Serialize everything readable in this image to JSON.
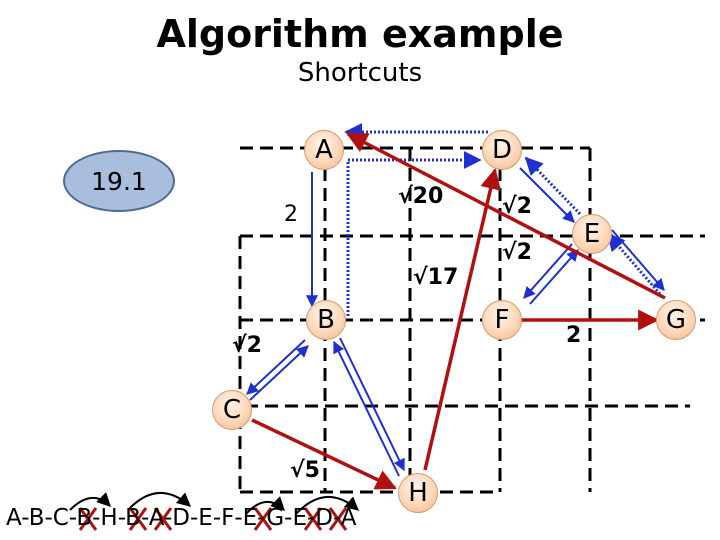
{
  "title": "Algorithm example",
  "subtitle": "Shortcuts",
  "cost": "19.1",
  "nodes": {
    "A": "A",
    "B": "B",
    "C": "C",
    "D": "D",
    "E": "E",
    "F": "F",
    "G": "G",
    "H": "H"
  },
  "weights": {
    "ab": "2",
    "ad": "√20",
    "bh": "√17",
    "de": "√2",
    "ef": "√2",
    "bc": "√2",
    "ch": "√5",
    "fg": "2"
  },
  "sequence": "A-B-C-B-H-B-A-D-E-F-E-G-E-D-A",
  "colors": {
    "tree_edge": "#1f2fd0",
    "shortcut_edge": "#b01010",
    "cross": "#b01010",
    "grid": "#000000"
  }
}
